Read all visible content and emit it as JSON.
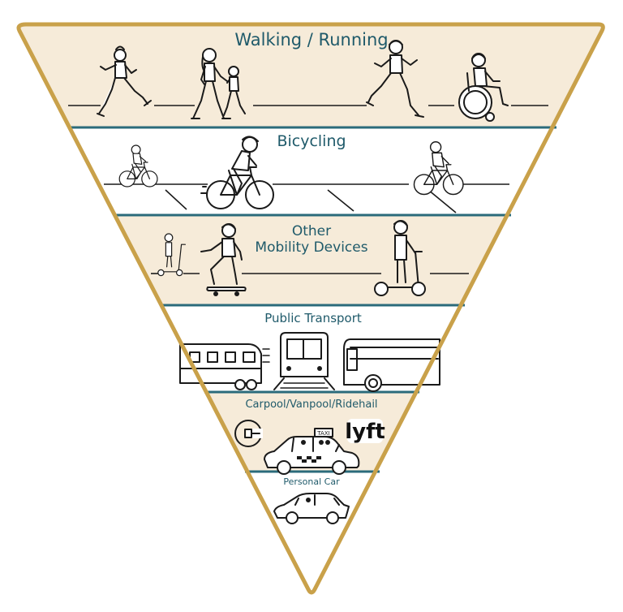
{
  "diagram": {
    "colors": {
      "outline": "#c9a14a",
      "band_tan": "#f6ebd9",
      "band_white": "#ffffff",
      "divider": "#2b6b7b",
      "label": "#1f5a6a",
      "ink": "#1a1a1a"
    },
    "tiers": [
      {
        "label": "Walking / Running",
        "icons": [
          "runner-icon",
          "adult-child-walking-icon",
          "jogger-icon",
          "wheelchair-user-icon"
        ]
      },
      {
        "label": "Bicycling",
        "icons": [
          "cyclist-icon",
          "cyclist-icon",
          "cyclist-icon"
        ]
      },
      {
        "label_line1": "Other",
        "label_line2": "Mobility Devices",
        "icons": [
          "kick-scooter-icon",
          "skateboarder-icon",
          "e-scooter-rider-icon"
        ]
      },
      {
        "label": "Public Transport",
        "icons": [
          "light-rail-icon",
          "tram-front-icon",
          "bus-icon"
        ]
      },
      {
        "label": "Carpool/Vanpool/Ridehail",
        "icons": [
          "uber-logo-icon",
          "taxi-icon",
          "lyft-logo-icon"
        ],
        "logo_text": "lyft",
        "taxi_sign": "TAXI"
      },
      {
        "label": "Personal Car",
        "icons": [
          "car-icon"
        ]
      }
    ]
  }
}
